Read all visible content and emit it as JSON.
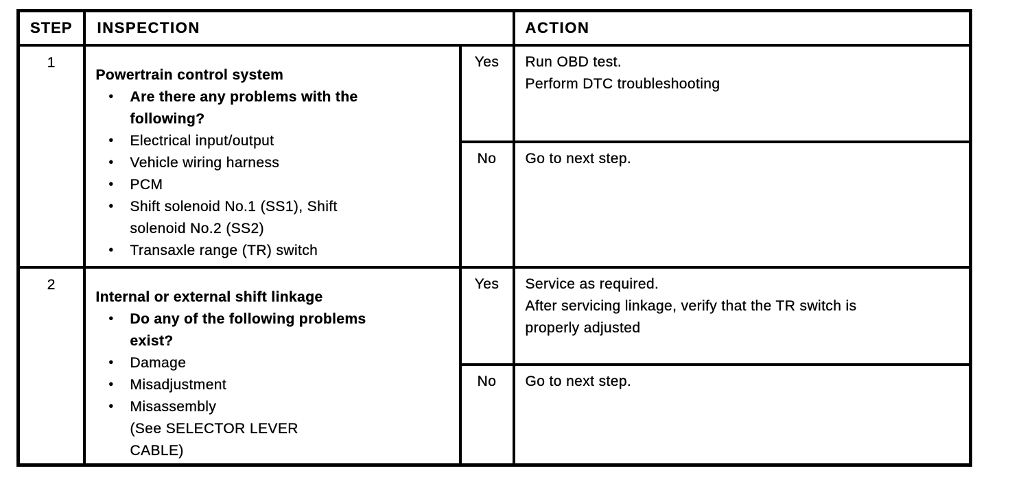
{
  "table": {
    "headers": {
      "step": "STEP",
      "inspection": "INSPECTION",
      "action": "ACTION"
    },
    "rows": [
      {
        "step": "1",
        "inspection": {
          "title": "Powertrain control system",
          "bullets": [
            "Are there any problems with the\nfollowing?",
            "Electrical input/output",
            "Vehicle wiring harness",
            "PCM",
            "Shift solenoid No.1 (SS1), Shift\nsolenoid No.2 (SS2)",
            "Transaxle range (TR) switch"
          ]
        },
        "yes": {
          "label": "Yes",
          "action_lines": [
            "Run OBD test.",
            "Perform DTC troubleshooting"
          ]
        },
        "no": {
          "label": "No",
          "action_lines": [
            "Go to next step."
          ]
        }
      },
      {
        "step": "2",
        "inspection": {
          "title": "Internal or external shift linkage",
          "bullets": [
            "Do any of the following problems\nexist?",
            "Damage",
            "Misadjustment",
            "Misassembly"
          ],
          "note": "(See SELECTOR LEVER\nCABLE)"
        },
        "yes": {
          "label": "Yes",
          "action_lines": [
            "Service as required.",
            "After servicing linkage, verify that the TR switch is\nproperly adjusted"
          ]
        },
        "no": {
          "label": "No",
          "action_lines": [
            "Go to next step."
          ]
        }
      }
    ]
  },
  "bullet_glyph": "•",
  "colors": {
    "border": "#000000",
    "text": "#000000",
    "background": "#ffffff"
  }
}
